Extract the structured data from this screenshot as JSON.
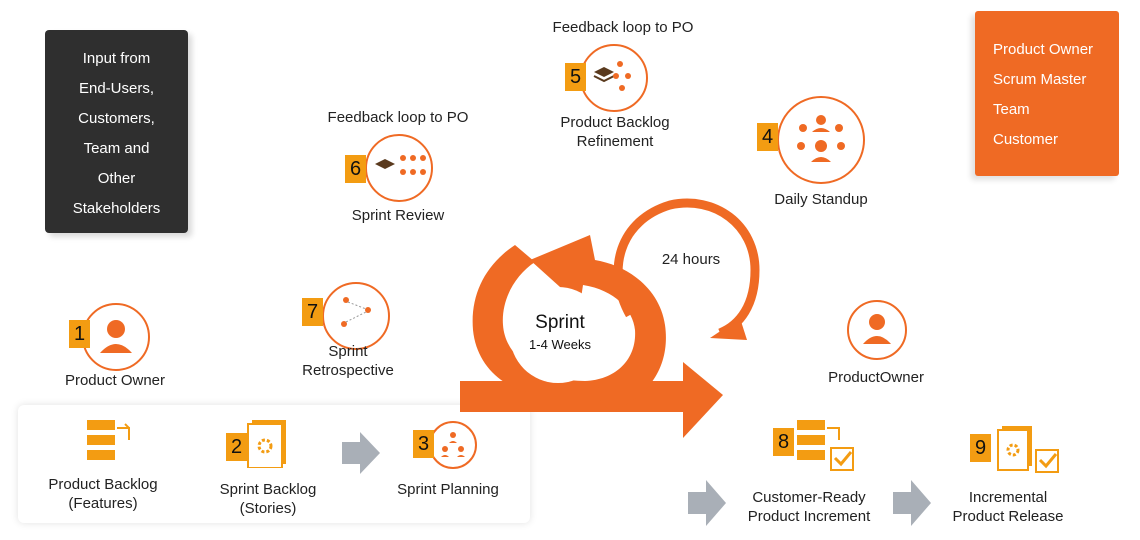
{
  "input_box": [
    "Input from",
    "End-Users,",
    "Customers,",
    "Team and",
    "Other",
    "Stakeholders"
  ],
  "legend": [
    "Product Owner",
    "Scrum Master",
    "Team",
    "Customer"
  ],
  "feedback_loop_1": "Feedback loop to PO",
  "feedback_loop_2": "Feedback loop to PO",
  "steps": {
    "s1": {
      "num": "1",
      "label": "Product Owner"
    },
    "s2": {
      "num": "2",
      "label": [
        "Sprint Backlog",
        "(Stories)"
      ]
    },
    "s3": {
      "num": "3",
      "label": "Sprint Planning"
    },
    "s4": {
      "num": "4",
      "label": "Daily Standup"
    },
    "s5": {
      "num": "5",
      "label": [
        "Product Backlog",
        "Refinement"
      ]
    },
    "s6": {
      "num": "6",
      "label": "Sprint Review"
    },
    "s7": {
      "num": "7",
      "label": [
        "Sprint",
        "Retrospective"
      ]
    },
    "s8": {
      "num": "8",
      "label": [
        "Customer-Ready",
        "Product Increment"
      ]
    },
    "s9": {
      "num": "9",
      "label": [
        "Incremental",
        "Product Release"
      ]
    }
  },
  "product_backlog": [
    "Product Backlog",
    "(Features)"
  ],
  "product_owner_right": "ProductOwner",
  "sprint": {
    "title": "Sprint",
    "duration": "1-4 Weeks"
  },
  "daily_cycle": "24 hours",
  "colors": {
    "orange": "#ef6a24",
    "amber": "#f39c12",
    "dark": "#2f2f2f",
    "gray_arrow": "#a9afb7"
  }
}
